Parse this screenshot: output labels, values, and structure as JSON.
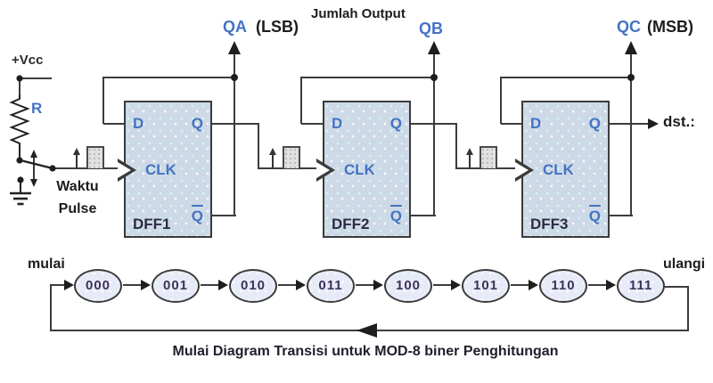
{
  "colors": {
    "accent_blue": "#4472c4",
    "wire": "#3c3c3c",
    "flipflop_fill": "#cdd9e6",
    "state_fill": "#e7ebf8",
    "state_text": "#3d3258",
    "text": "#1c1c1c"
  },
  "labels": {
    "jumlah_output": "Jumlah Output",
    "qa": "QA",
    "lsb": "(LSB)",
    "qb": "QB",
    "qc": "QC",
    "msb": "(MSB)",
    "dst": "dst.:",
    "vcc": "+Vcc",
    "resistor": "R",
    "waktu": "Waktu",
    "pulse": "Pulse"
  },
  "flipflops": [
    {
      "name": "DFF1",
      "d_pin": "D",
      "q_pin": "Q",
      "clk_pin": "CLK",
      "qbar_pin": "Q"
    },
    {
      "name": "DFF2",
      "d_pin": "D",
      "q_pin": "Q",
      "clk_pin": "CLK",
      "qbar_pin": "Q"
    },
    {
      "name": "DFF3",
      "d_pin": "D",
      "q_pin": "Q",
      "clk_pin": "CLK",
      "qbar_pin": "Q"
    }
  ],
  "state_diagram": {
    "start_label": "mulai",
    "repeat_label": "ulangi",
    "states": [
      "000",
      "001",
      "010",
      "011",
      "100",
      "101",
      "110",
      "111"
    ],
    "caption": "Mulai Diagram Transisi untuk MOD-8 biner Penghitungan"
  }
}
